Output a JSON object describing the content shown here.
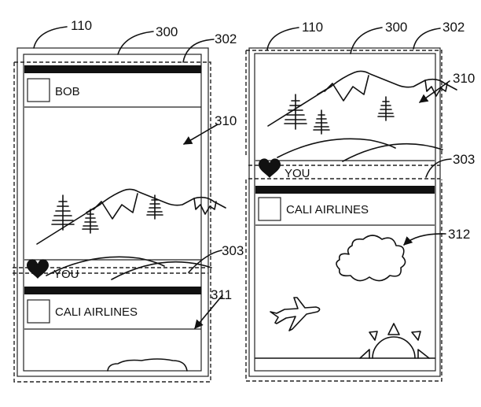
{
  "figure": {
    "type": "patent-drawing",
    "description": "Two device screens showing a scrolling content feed"
  },
  "reference_numerals": {
    "device": "110",
    "display": "300",
    "viewport": "302",
    "boundary": "303",
    "first_content_image": "310",
    "second_content_image_preview": "311",
    "second_content_image": "312"
  },
  "left_screen": {
    "posts": [
      {
        "author": "BOB",
        "image": "mountain-landscape",
        "reaction_label": "YOU"
      },
      {
        "author": "CALI AIRLINES",
        "image": "cloud-partial"
      }
    ]
  },
  "right_screen": {
    "posts": [
      {
        "image": "mountain-landscape",
        "reaction_label": "YOU"
      },
      {
        "author": "CALI AIRLINES",
        "image": "sky-cloud-plane-sun"
      }
    ]
  }
}
